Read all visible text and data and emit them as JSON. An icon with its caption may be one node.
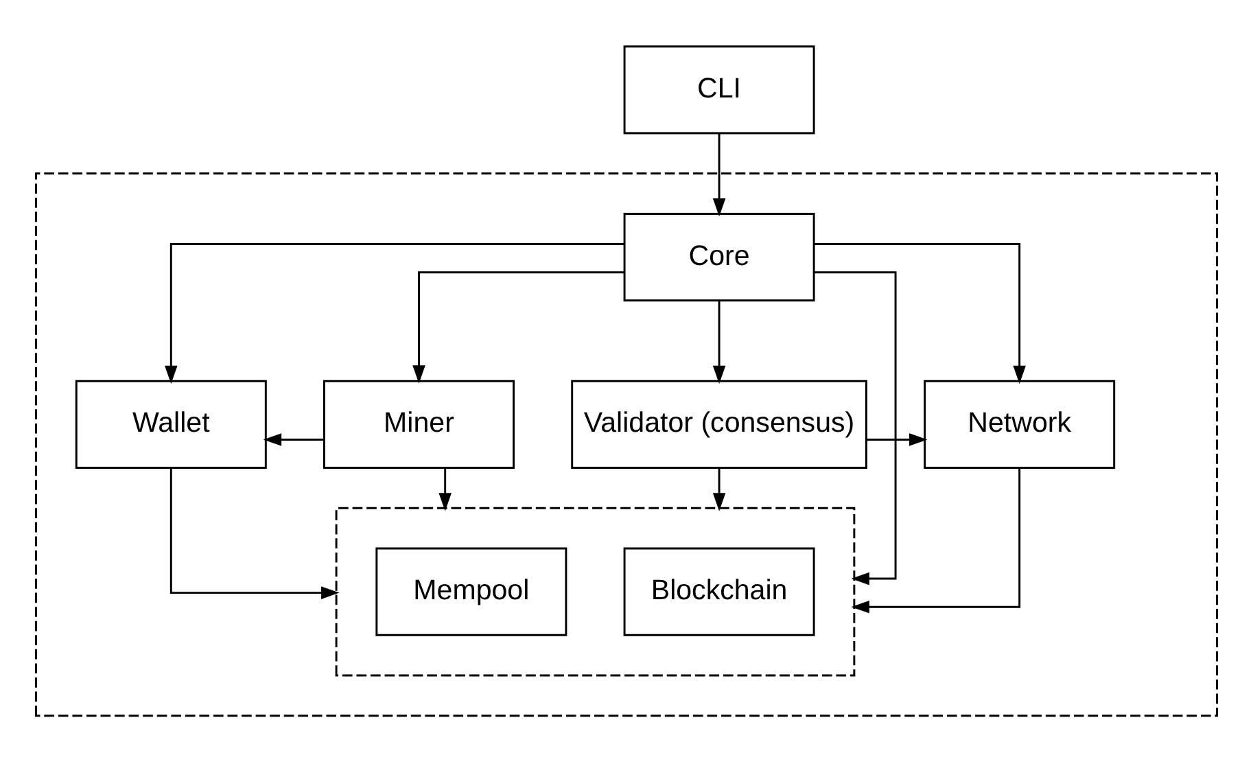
{
  "diagram": {
    "nodes": [
      {
        "text": [
          "CLI"
        ]
      },
      {
        "text": [],
        "shape": "box"
      },
      {
        "text": [
          "Core"
        ],
        "in": 1
      },
      {
        "text": [
          "Wallet"
        ],
        "in": 1
      },
      {
        "text": [
          "Miner"
        ],
        "in": 1
      },
      {
        "text": [
          "Validator (consensus)"
        ],
        "in": 1
      },
      {
        "text": [
          "Network"
        ],
        "in": 1
      },
      {
        "text": [],
        "shape": "box",
        "in": 1
      },
      {
        "text": [
          "Mempool"
        ],
        "in": 7
      },
      {
        "text": [
          "Blockchain"
        ],
        "in": 7
      }
    ],
    "edges": [
      {
        "from": 0,
        "to": 2,
        "arrow": "to"
      },
      {
        "from": 2,
        "to": 3,
        "arrow": "to"
      },
      {
        "from": 2,
        "to": 4,
        "arrow": "to"
      },
      {
        "from": 2,
        "to": 5,
        "arrow": "to"
      },
      {
        "from": 2,
        "to": 6,
        "arrow": "to"
      },
      {
        "from": 4,
        "to": 3,
        "arrow": "to"
      },
      {
        "from": 5,
        "to": 6,
        "arrow": "to"
      },
      {
        "from": 4,
        "to": 7,
        "arrow": "to"
      },
      {
        "from": 2,
        "to": 7,
        "arrow": "to"
      },
      {
        "from": 5,
        "to": 7,
        "arrow": "to"
      },
      {
        "from": 3,
        "to": 7,
        "arrow": "to"
      },
      {
        "from": 6,
        "to": 7,
        "arrow": "to"
      }
    ]
  }
}
